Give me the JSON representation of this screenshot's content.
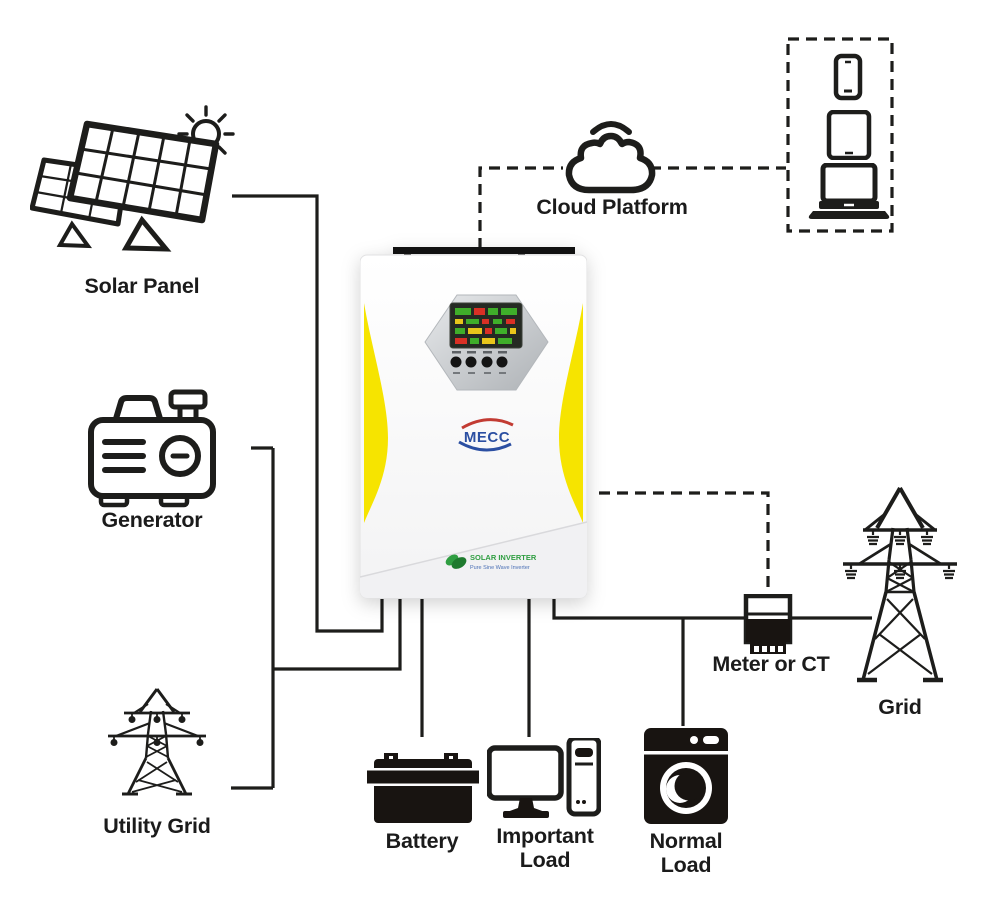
{
  "brand": {
    "name": "MECC",
    "product_line1": "SOLAR INVERTER",
    "product_line2": "Pure Sine Wave Inverter"
  },
  "nodes": {
    "solar_panel": {
      "label": "Solar Panel"
    },
    "generator": {
      "label": "Generator"
    },
    "utility_grid": {
      "label": "Utility Grid"
    },
    "cloud_platform": {
      "label": "Cloud Platform"
    },
    "battery": {
      "label": "Battery"
    },
    "important_load": {
      "label": "Important\nLoad"
    },
    "normal_load": {
      "label": "Normal\nLoad"
    },
    "meter": {
      "label": "Meter or CT"
    },
    "grid": {
      "label": "Grid"
    },
    "monitoring_devices": {
      "icons": [
        "smartphone-icon",
        "tablet-icon",
        "laptop-icon"
      ]
    }
  },
  "connections": [
    {
      "from": "solar_panel",
      "to": "inverter",
      "style": "solid"
    },
    {
      "from": "generator",
      "to": "inverter",
      "style": "solid"
    },
    {
      "from": "utility_grid",
      "to": "inverter",
      "style": "solid"
    },
    {
      "from": "inverter",
      "to": "battery",
      "style": "solid"
    },
    {
      "from": "inverter",
      "to": "important_load",
      "style": "solid"
    },
    {
      "from": "inverter",
      "to": "meter",
      "style": "solid"
    },
    {
      "from": "meter",
      "to": "grid",
      "style": "solid"
    },
    {
      "from": "ac_line",
      "to": "normal_load",
      "style": "solid"
    },
    {
      "from": "inverter",
      "to": "cloud_platform",
      "style": "dashed"
    },
    {
      "from": "cloud_platform",
      "to": "monitoring_devices",
      "style": "dashed"
    },
    {
      "from": "inverter",
      "to": "meter",
      "style": "dashed"
    }
  ],
  "colors": {
    "line": "#1d1d1b",
    "inverter_yellow": "#F6E400",
    "brand_blue": "#2b4fa2",
    "brand_red": "#c23b33",
    "label_green": "#2f9e41",
    "subtitle_blue": "#4a6fb5"
  }
}
